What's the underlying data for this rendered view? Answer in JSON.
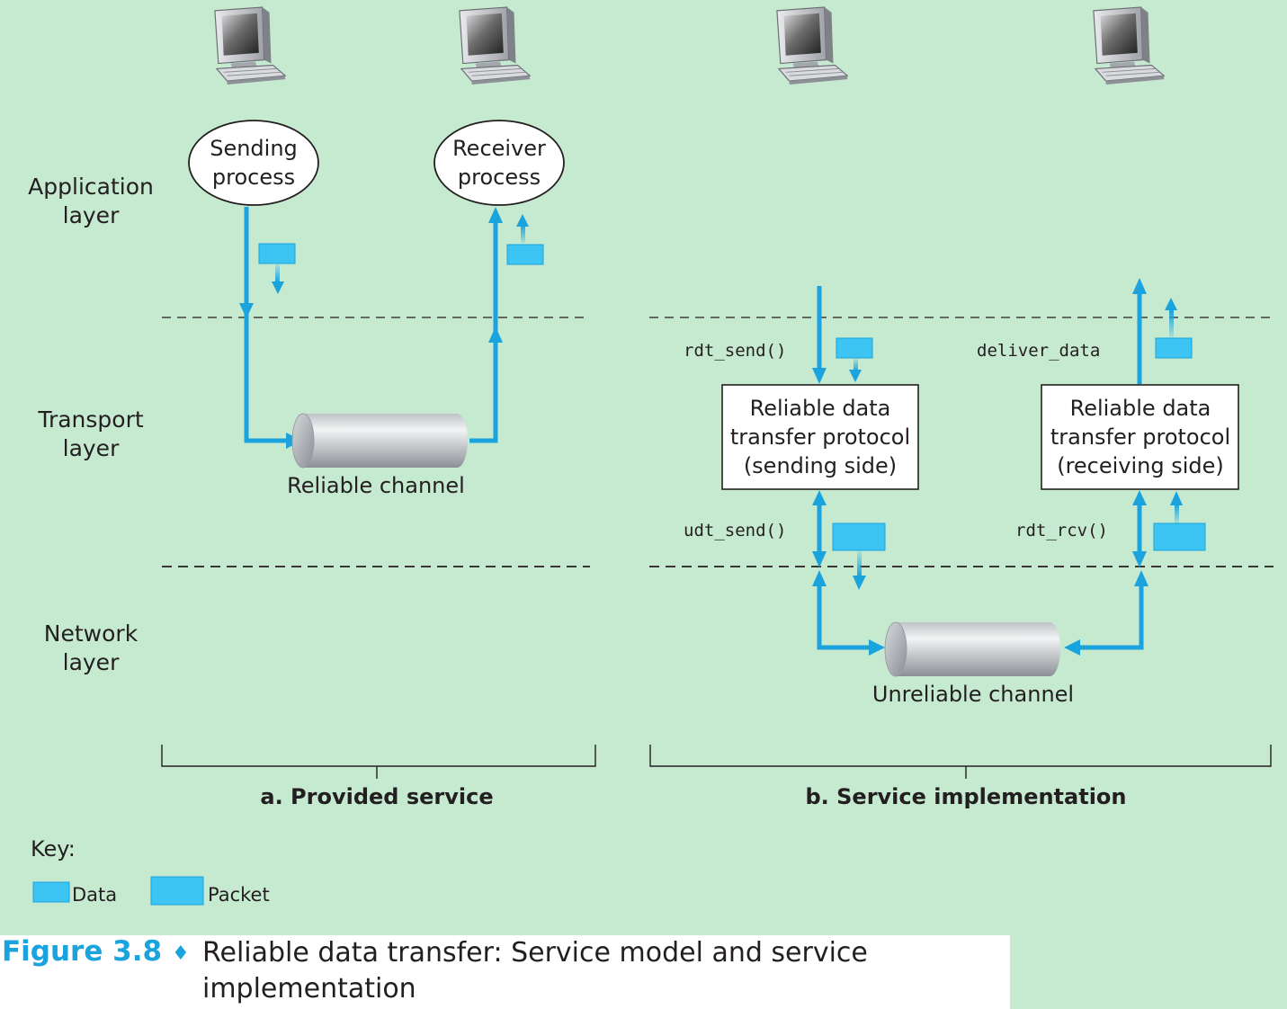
{
  "layers": {
    "application": "Application\nlayer",
    "transport": "Transport\nlayer",
    "network": "Network\nlayer"
  },
  "panel_a": {
    "sending_process": "Sending\nprocess",
    "receiver_process": "Receiver\nprocess",
    "reliable_channel": "Reliable channel",
    "label": "a. Provided service"
  },
  "panel_b": {
    "rdt_send": "rdt_send()",
    "udt_send": "udt_send()",
    "deliver_data": "deliver_data",
    "rdt_rcv": "rdt_rcv()",
    "sender_protocol": "Reliable data\ntransfer protocol\n(sending side)",
    "receiver_protocol": "Reliable data\ntransfer protocol\n(receiving side)",
    "unreliable_channel": "Unreliable channel",
    "label": "b. Service implementation"
  },
  "key": {
    "title": "Key:",
    "data": "Data",
    "packet": "Packet"
  },
  "caption": {
    "figure": "Figure 3.8",
    "text": "Reliable data transfer: Service model and service implementation"
  },
  "colors": {
    "background": "#c6ead0",
    "arrow": "#1aa3dd",
    "packet": "#3cc4f2",
    "caption_accent": "#1aa3dd"
  }
}
